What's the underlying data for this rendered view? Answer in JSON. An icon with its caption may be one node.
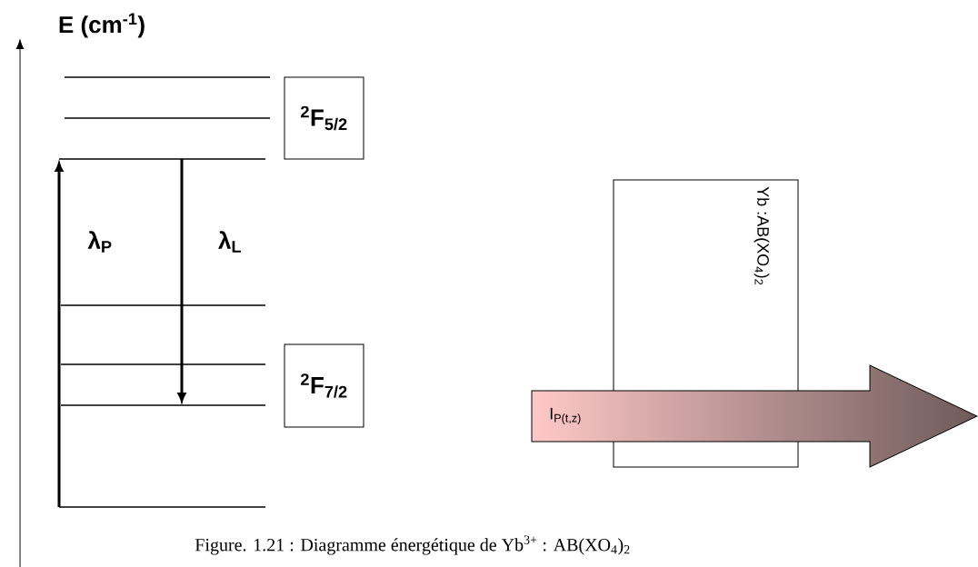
{
  "diagram": {
    "caption": "Figure. 1.21 : Diagramme énergétique de Yb$^{3+}$ : AB(XO$_{4}$)$_{2}$",
    "nodes": [
      {
        "text": [],
        "shape": "line"
      },
      {
        "text": [],
        "shape": "line"
      },
      {
        "text": [],
        "shape": "line"
      },
      {
        "text": [],
        "shape": "line"
      },
      {
        "text": [],
        "shape": "line"
      },
      {
        "text": [],
        "shape": "line"
      },
      {
        "text": [],
        "shape": "line"
      },
      {
        "text": [
          "$^{2}$F$_{5/2}$"
        ]
      },
      {
        "text": [
          "$^{2}$F$_{7/2}$"
        ]
      },
      {
        "text": [
          "Yb :AB(XO$_{4}$)$_{2}$"
        ]
      },
      {
        "text": [
          "I$_{P(t,z)}$"
        ]
      }
    ],
    "edges": [
      {
        "from": 6,
        "to": 2,
        "arrow": "to",
        "label": "λ$_{P}$"
      },
      {
        "from": 2,
        "to": 5,
        "arrow": "to",
        "label": "λ$_{L}$"
      }
    ],
    "labels": [
      "E (cm$^{-1}$)"
    ]
  }
}
